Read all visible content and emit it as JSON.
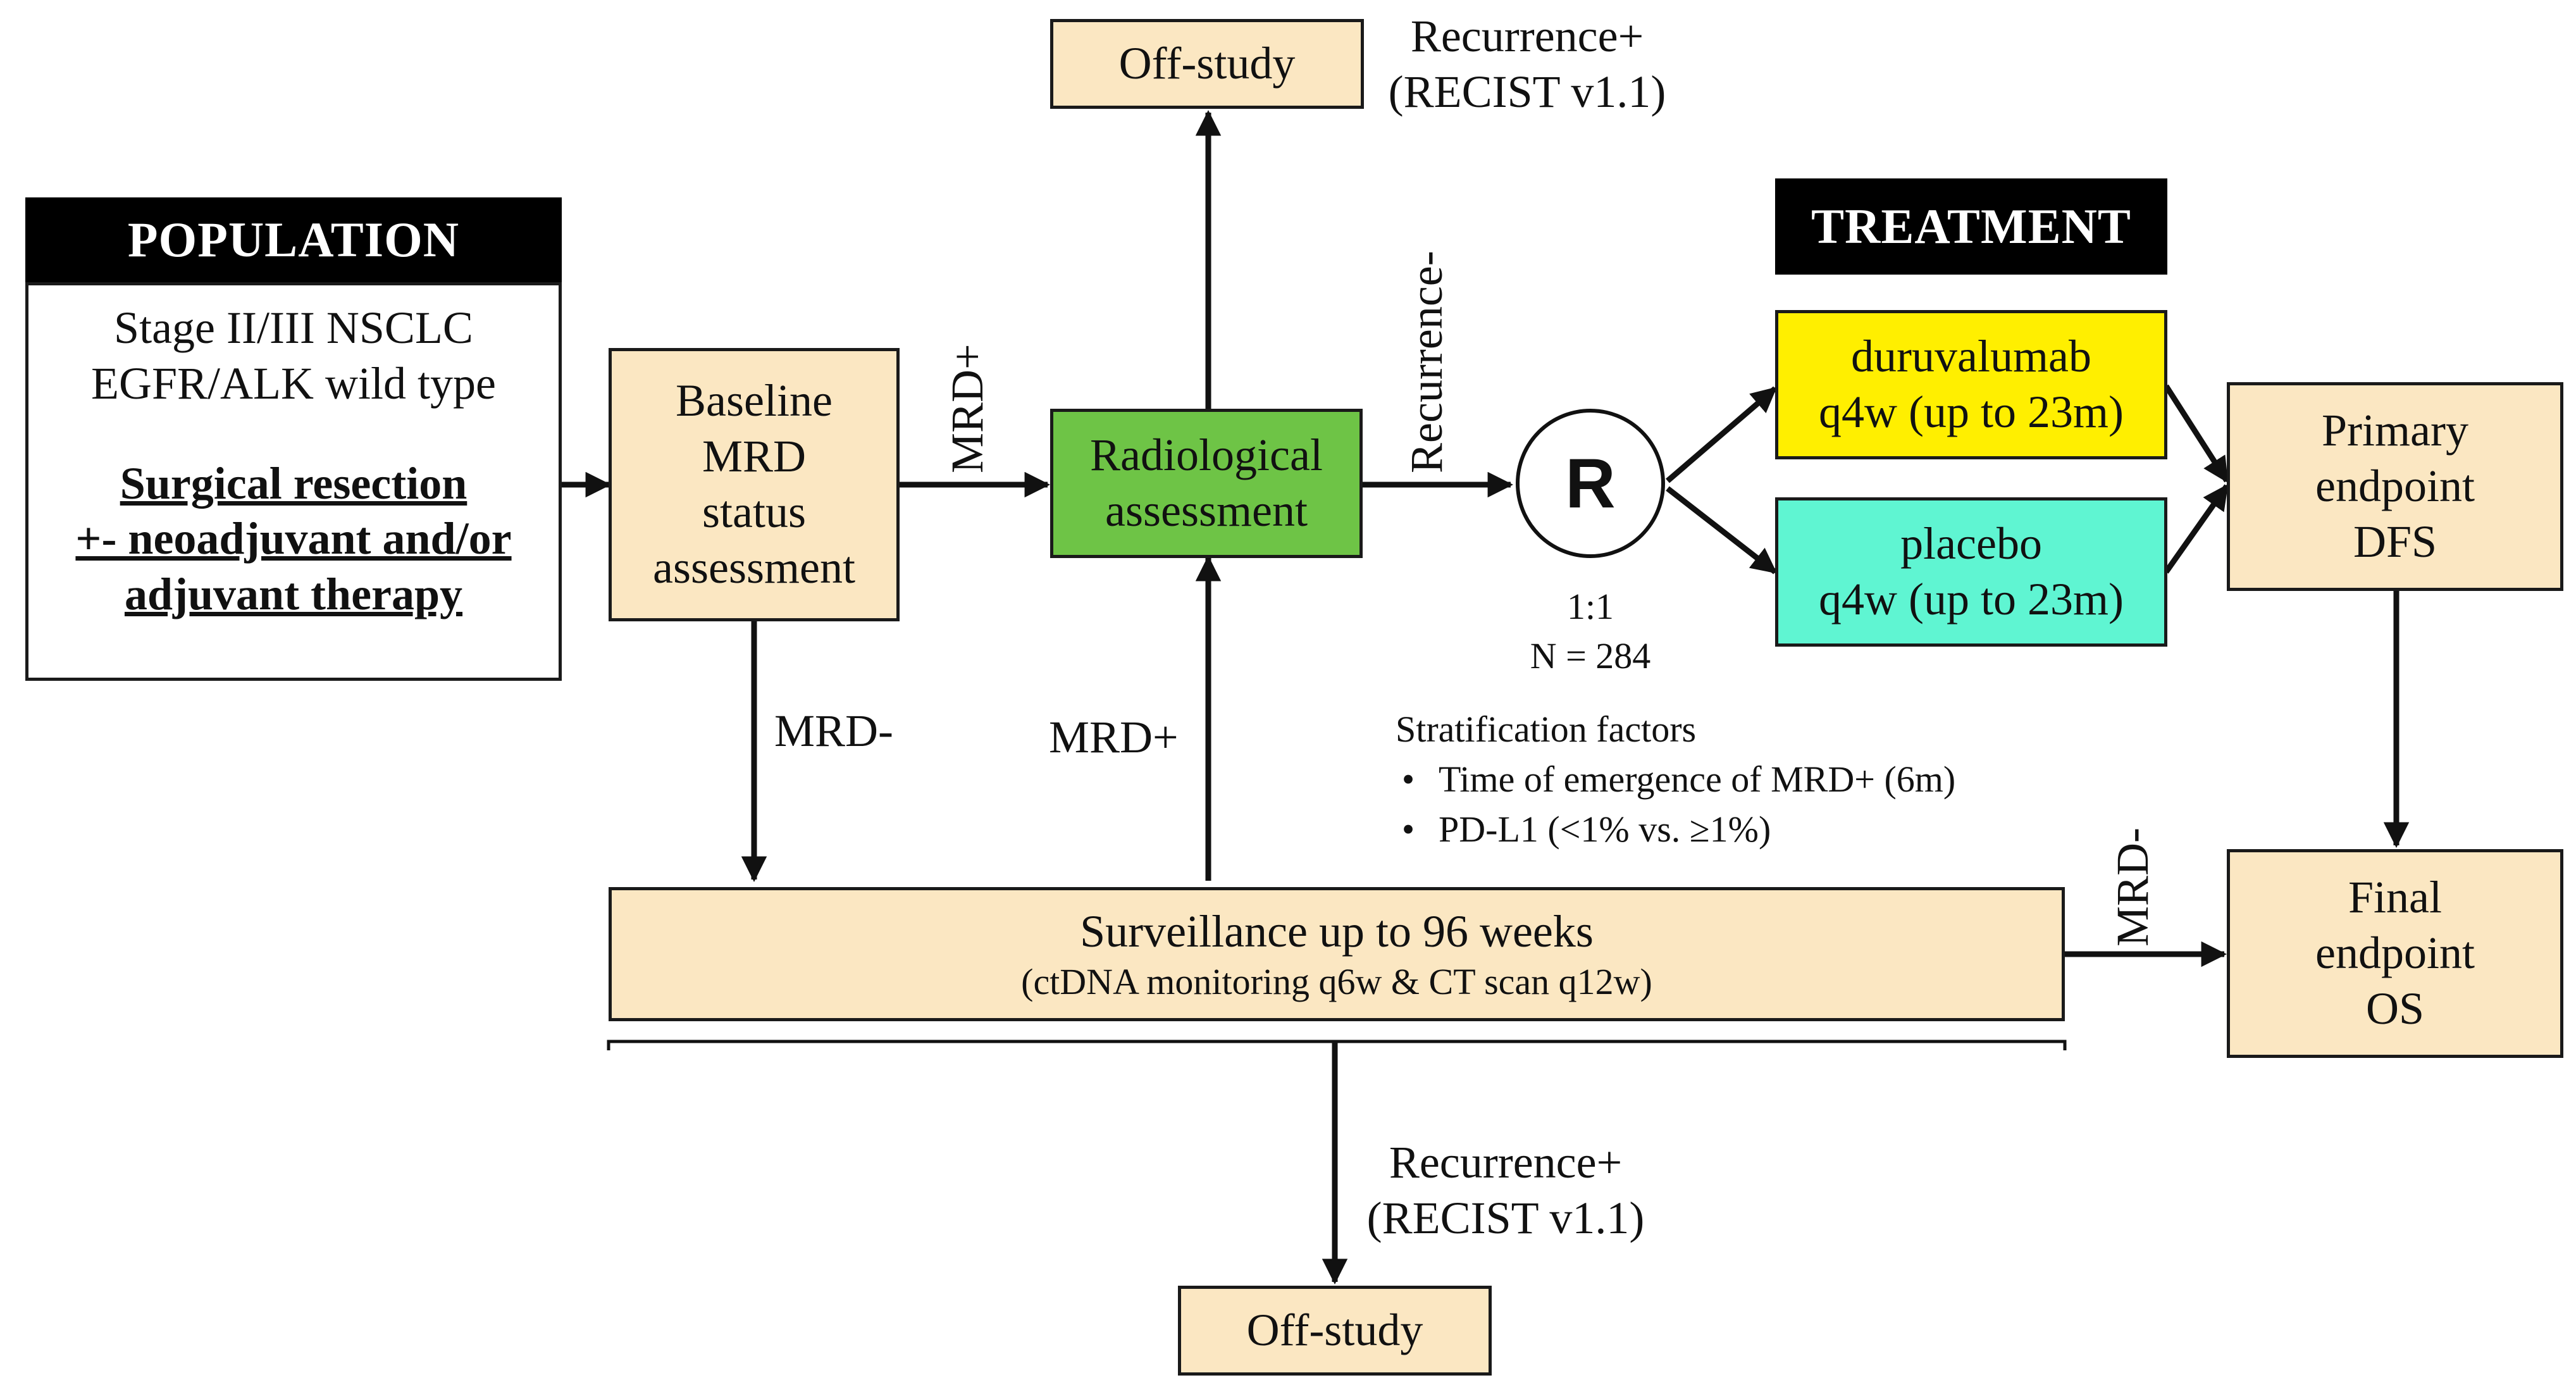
{
  "population": {
    "header": "POPULATION",
    "line1": "Stage II/III NSCLC",
    "line2": "EGFR/ALK wild type",
    "line3": "Surgical resection",
    "line4": "+- neoadjuvant and/or",
    "line5": "adjuvant therapy"
  },
  "baseline": {
    "line1": "Baseline",
    "line2": "MRD",
    "line3": "status",
    "line4": "assessment"
  },
  "radiological": {
    "line1": "Radiological",
    "line2": "assessment",
    "color": "#6ec446"
  },
  "offstudy_top": {
    "label": "Off-study"
  },
  "offstudy_bottom": {
    "label": "Off-study"
  },
  "recurrence_top": {
    "line1": "Recurrence+",
    "line2": "(RECIST v1.1)"
  },
  "recurrence_bottom": {
    "line1": "Recurrence+",
    "line2": "(RECIST v1.1)"
  },
  "recurrence_minus": "Recurrence-",
  "mrd_plus_top": "MRD+",
  "mrd_plus_up": "MRD+",
  "mrd_minus_down": "MRD-",
  "mrd_minus_right": "MRD-",
  "randomization": {
    "symbol": "R",
    "ratio": "1:1",
    "n": "N = 284"
  },
  "treatment": {
    "header": "TREATMENT",
    "arm1": {
      "line1": "duruvalumab",
      "line2": "q4w (up to 23m)",
      "color": "#ffef00"
    },
    "arm2": {
      "line1": "placebo",
      "line2": "q4w (up to 23m)",
      "color": "#5ff5d2"
    }
  },
  "primary": {
    "line1": "Primary",
    "line2": "endpoint",
    "line3": "DFS"
  },
  "final": {
    "line1": "Final",
    "line2": "endpoint",
    "line3": "OS"
  },
  "stratification": {
    "title": "Stratification factors",
    "bullet": "•",
    "items": [
      "Time of emergence of MRD+ (6m)",
      "PD-L1 (<1% vs. ≥1%)"
    ]
  },
  "surveillance": {
    "title": "Surveillance up to 96 weeks",
    "subtitle": "(ctDNA monitoring q6w & CT scan q12w)"
  }
}
